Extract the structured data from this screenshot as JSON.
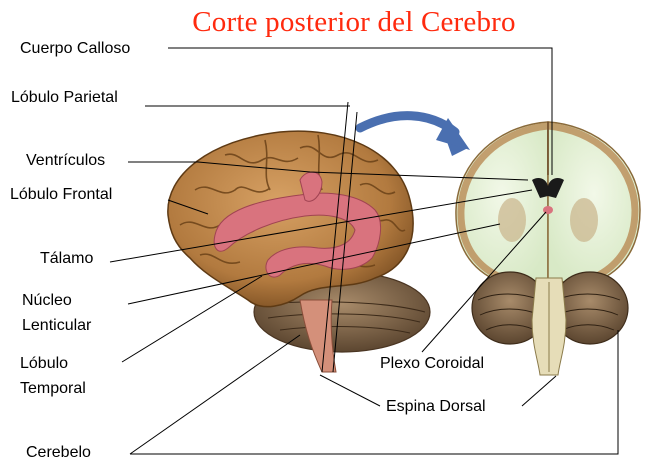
{
  "title": "Corte posterior del Cerebro",
  "labels": {
    "cuerpo_calloso": "Cuerpo Calloso",
    "lobulo_parietal": "Lóbulo Parietal",
    "ventriculos": "Ventrículos",
    "lobulo_frontal": "Lóbulo Frontal",
    "talamo": "Tálamo",
    "nucleo_lenticular_1": "Núcleo",
    "nucleo_lenticular_2": "Lenticular",
    "lobulo_temporal_1": "Lóbulo",
    "lobulo_temporal_2": "Temporal",
    "plexo_coroidal": "Plexo Coroidal",
    "espina_dorsal": "Espina Dorsal",
    "cerebelo": "Cerebelo"
  },
  "colors": {
    "title": "#ff2a0e",
    "arrow": "#4a6fb0",
    "brain": "#b27a3f",
    "ventricles": "#d9737e",
    "section_white_matter": "#e8f3d9"
  },
  "illustrations": [
    "lateral-brain-illustration",
    "coronal-section-illustration",
    "rotation-arrow"
  ]
}
